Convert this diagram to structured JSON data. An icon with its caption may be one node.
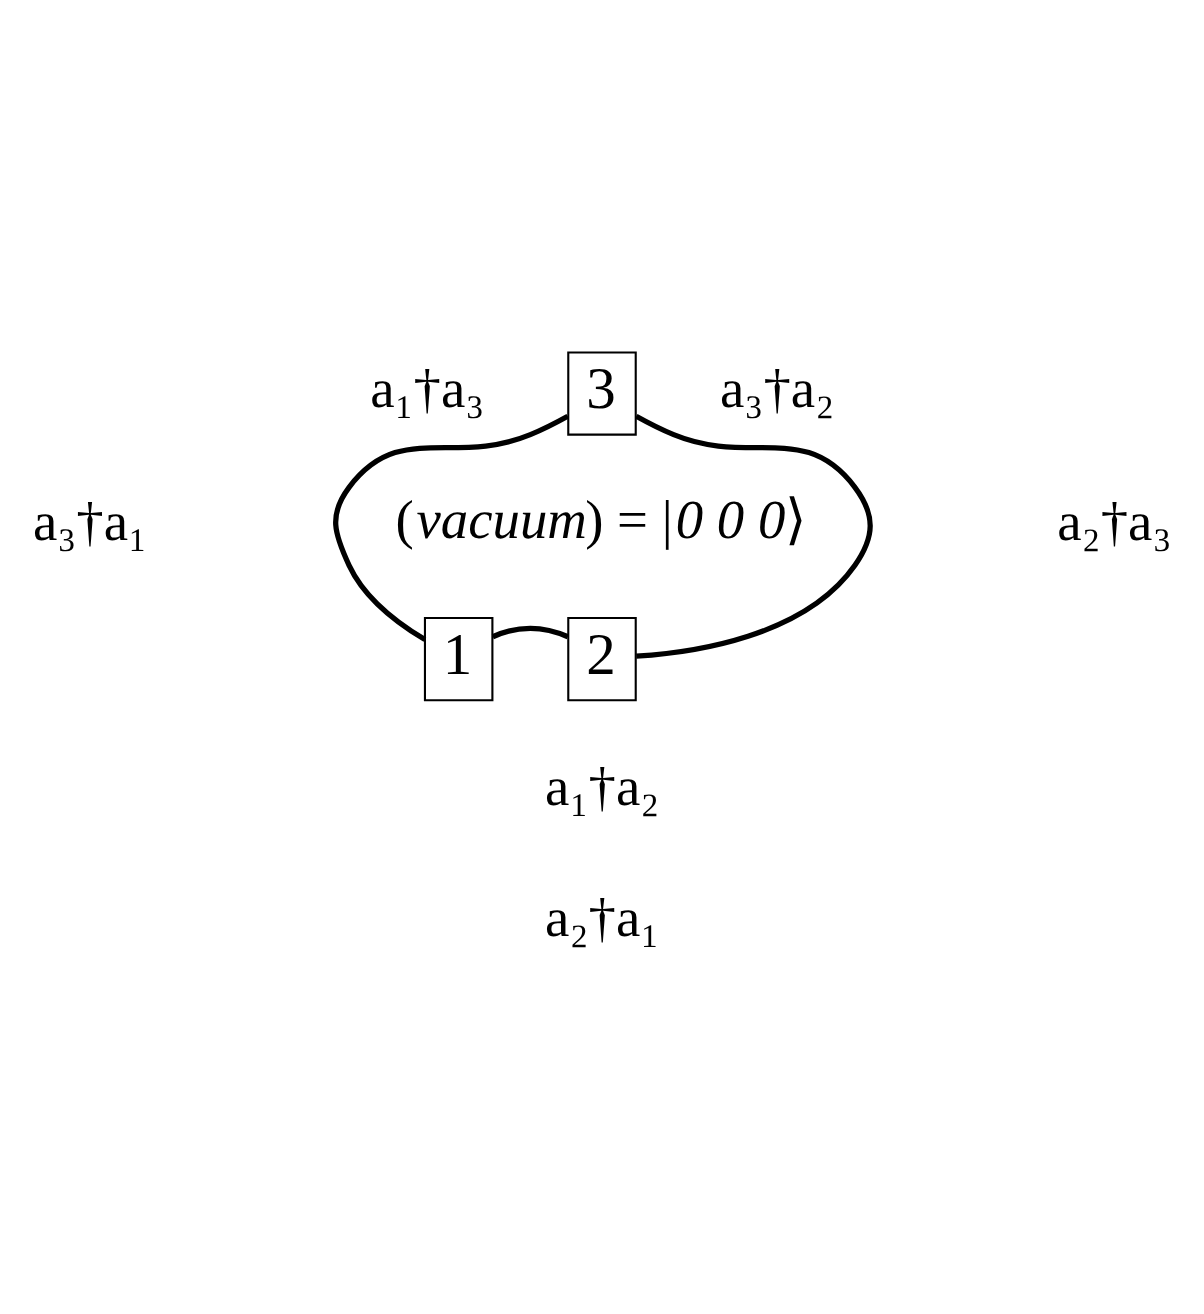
{
  "diagram": {
    "nodes": [
      {
        "text": [
          "3"
        ]
      },
      {
        "text": [
          "1"
        ]
      },
      {
        "text": [
          "2"
        ]
      }
    ],
    "edges": [
      {
        "from": 1,
        "to": 0,
        "arrow": "none"
      },
      {
        "from": 0,
        "to": 2,
        "arrow": "none"
      },
      {
        "from": 1,
        "to": 2,
        "arrow": "none"
      }
    ],
    "labels": [
      "a₁†a₃",
      "a₃†a₂",
      "a₃†a₁",
      "a₂†a₃",
      "(*vacuum*) = |*0 0 0*⟩",
      "a₁†a₂",
      "a₂†a₁"
    ]
  }
}
